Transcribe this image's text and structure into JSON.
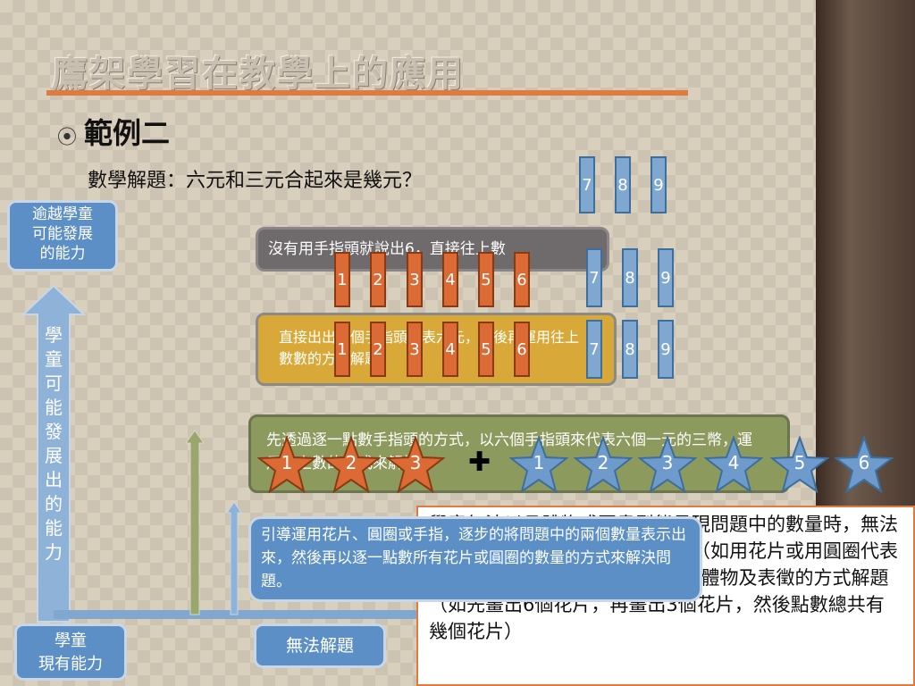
{
  "slide": {
    "title": "鷹架學習在教學上的應用",
    "bullet_symbol": "⦿",
    "subhead": "範例二",
    "question": "數學解題：六元和三元合起來是幾元？"
  },
  "labels": {
    "top_left": "逾越學童\n可能發展\n的能力",
    "vertical_arrow": "學\n童\n可\n能\n發\n展\n出\n的\n能\n力",
    "bottom_left": "學童\n現有能力",
    "cannot_solve": "無法解題"
  },
  "cards": {
    "level_gray": "沒有用手指頭就說出6，直接往上數",
    "level_yellow": "直接出出六個手指頭代表六元，然後再運用往上數數的方式解題。",
    "level_green": "先透過逐一點數手指頭的方式，以六個手指頭來代表六個一元的三幣，運用往上數的方式來解答。",
    "level_blue": "引導運用花片、圓圈或手指，逐步的將問題中的兩個數量表示出來，然後再以逐一點數所有花片或圓圈的數量的方式來解決問題。"
  },
  "answer_box": {
    "text": "學童無法以具體物或圖畫型態呈現問題中的數量時，無法自行以具體物表徵題目中的數量（如用花片或用圓圈代表問題中的數量），然後透過操作具體物及表徵的方式解題（如先畫出6個花片，再畫出3個花片，然後點數總共有幾個花片）"
  },
  "tiles": {
    "top_row": [
      "7",
      "8",
      "9"
    ],
    "row_gray_orange": [
      "1",
      "2",
      "3",
      "4",
      "5",
      "6"
    ],
    "row_gray_blue": [
      "7",
      "8",
      "9"
    ],
    "row_yellow_orange": [
      "1",
      "2",
      "3",
      "4",
      "5",
      "6"
    ],
    "row_yellow_blue": [
      "7",
      "8",
      "9"
    ]
  },
  "stars": {
    "orange": [
      "1",
      "2",
      "3"
    ],
    "plus": "✚",
    "blue": [
      "1",
      "2",
      "3",
      "4",
      "5",
      "6"
    ]
  },
  "colors": {
    "accent": "#e07a3e",
    "blue": "#5b8fc5",
    "orange": "#dc6a35",
    "gray_card": "#6f6a6c",
    "yellow_card": "#d8a838",
    "green_card": "#8d9a5e"
  }
}
